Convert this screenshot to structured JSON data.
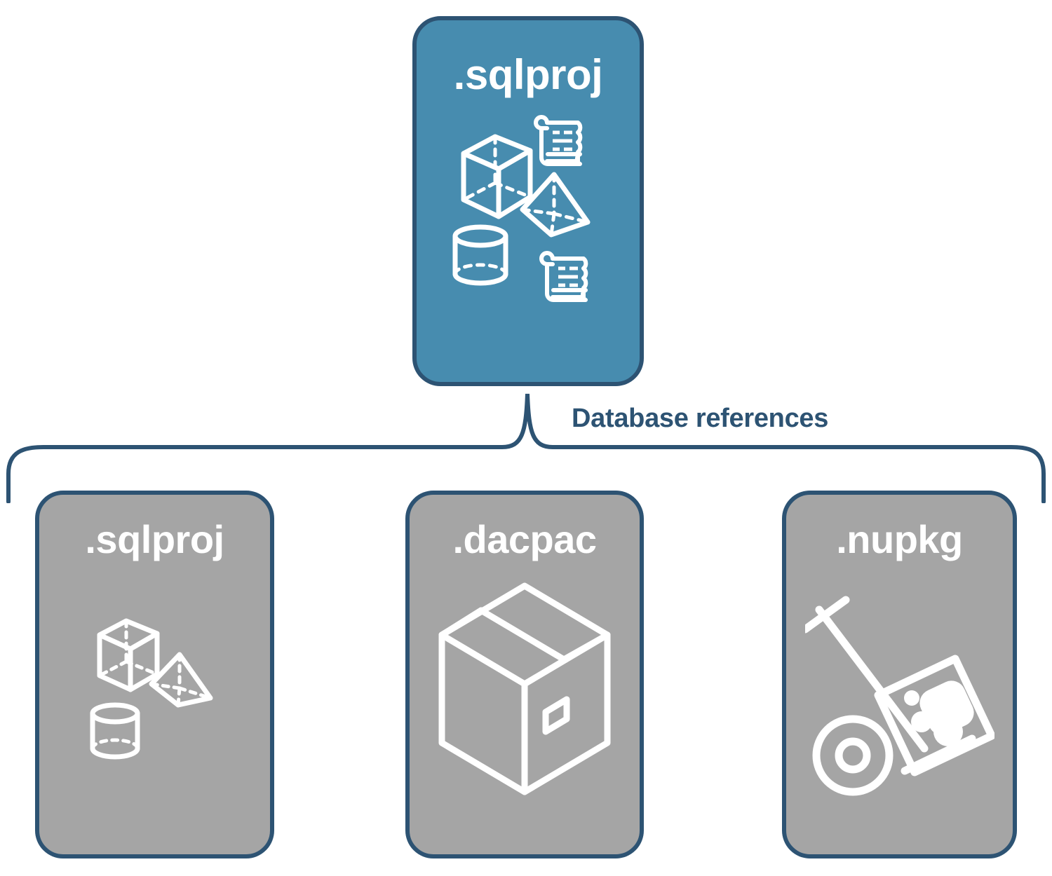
{
  "diagram": {
    "title_text": "Database references",
    "colors": {
      "primary_fill": "#478caf",
      "secondary_fill": "#a5a5a5",
      "border": "#2d5373",
      "icon_stroke": "#ffffff",
      "label_text": "#2d5373",
      "background": "#ffffff"
    },
    "root": {
      "label": ".sqlproj",
      "icons": [
        "wireframe-cube-icon",
        "scroll-icon",
        "wireframe-pyramid-icon",
        "wireframe-cylinder-icon",
        "scroll-icon"
      ]
    },
    "connector": {
      "label": "Database references",
      "style": "curly-brace"
    },
    "references": [
      {
        "label": ".sqlproj",
        "icons": [
          "wireframe-cube-icon",
          "wireframe-pyramid-icon",
          "wireframe-cylinder-icon"
        ]
      },
      {
        "label": ".dacpac",
        "icons": [
          "shipping-box-icon"
        ]
      },
      {
        "label": ".nupkg",
        "icons": [
          "hand-truck-package-icon"
        ]
      }
    ]
  }
}
